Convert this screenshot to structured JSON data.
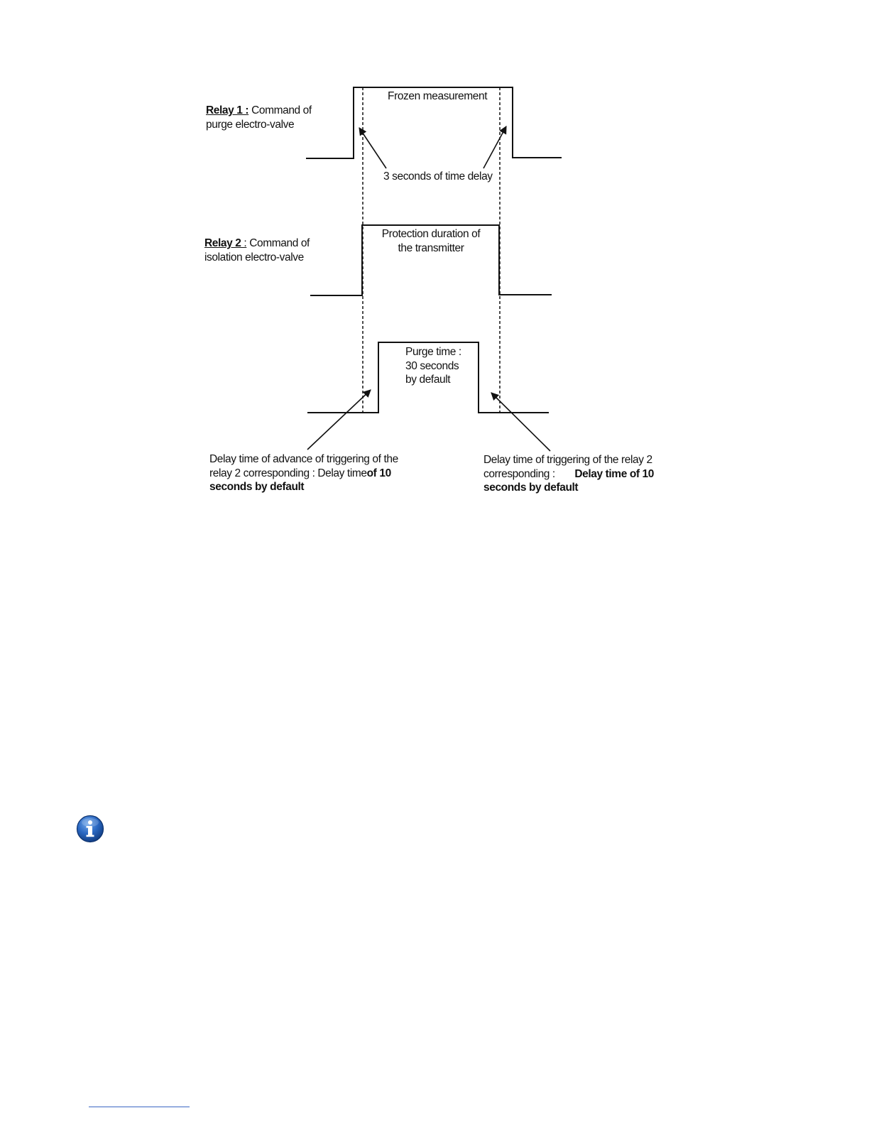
{
  "diagram": {
    "relay1": {
      "name": "Relay 1 :",
      "desc_line1": " Command of",
      "desc_line2": "purge electro-valve",
      "pulse_label": "Frozen measurement"
    },
    "time_delay_label": "3 seconds of time delay",
    "relay2": {
      "name": "Relay 2",
      "colon": " :",
      "desc_line1": " Command of",
      "desc_line2": "isolation electro-valve",
      "pulse_label_line1": "Protection duration of",
      "pulse_label_line2": "the transmitter"
    },
    "purge": {
      "line1": "Purge time :",
      "line2": "30 seconds",
      "line3": "by default"
    },
    "advance_delay": {
      "line1": "Delay time of advance of triggering of the",
      "line2_normal": "relay 2 corresponding : Delay time",
      "line2_bold": "of 10",
      "line3_bold": "seconds by default"
    },
    "trigger_delay": {
      "line1": "Delay time of triggering of the relay 2",
      "line2_normal": "corresponding : ",
      "line2_bold": "Delay time of 10",
      "line3_bold": "seconds by default"
    }
  },
  "icons": {
    "info": "info-icon"
  },
  "colors": {
    "info_icon_blue": "#1f5fb8",
    "footer_rule": "#3a67c4"
  }
}
